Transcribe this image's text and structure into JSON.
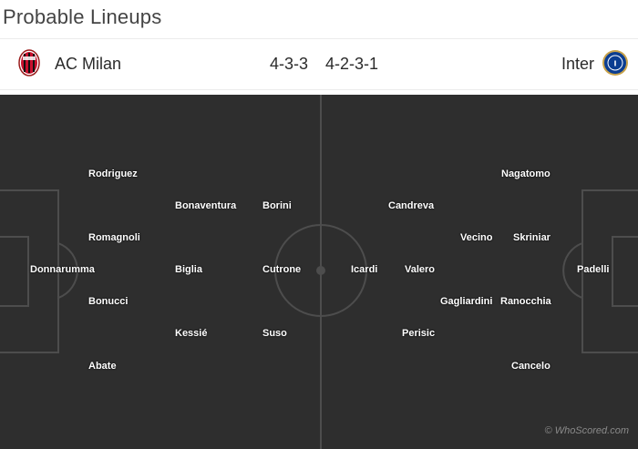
{
  "page": {
    "title": "Probable Lineups"
  },
  "match": {
    "home": {
      "name": "AC Milan",
      "formation": "4-3-3",
      "crest_icon": "ac-milan-crest-icon",
      "crest_color": "#c8102e"
    },
    "away": {
      "name": "Inter",
      "formation": "4-2-3-1",
      "crest_icon": "inter-crest-icon",
      "crest_color": "#0b3d91"
    }
  },
  "lineups": {
    "home_players": [
      "Rodriguez",
      "Bonaventura",
      "Borini",
      "Romagnoli",
      "Donnarumma",
      "Biglia",
      "Cutrone",
      "Bonucci",
      "Kessié",
      "Suso",
      "Abate"
    ],
    "away_players": [
      "Nagatomo",
      "Candreva",
      "Vecino",
      "Skriniar",
      "Icardi",
      "Valero",
      "Padelli",
      "Gagliardini",
      "Ranocchia",
      "Perisic",
      "Cancelo"
    ]
  },
  "pitch": {
    "background_color": "#2e2e2e",
    "line_color": "#4d4d4d"
  },
  "footer": {
    "credit": "© WhoScored.com"
  }
}
